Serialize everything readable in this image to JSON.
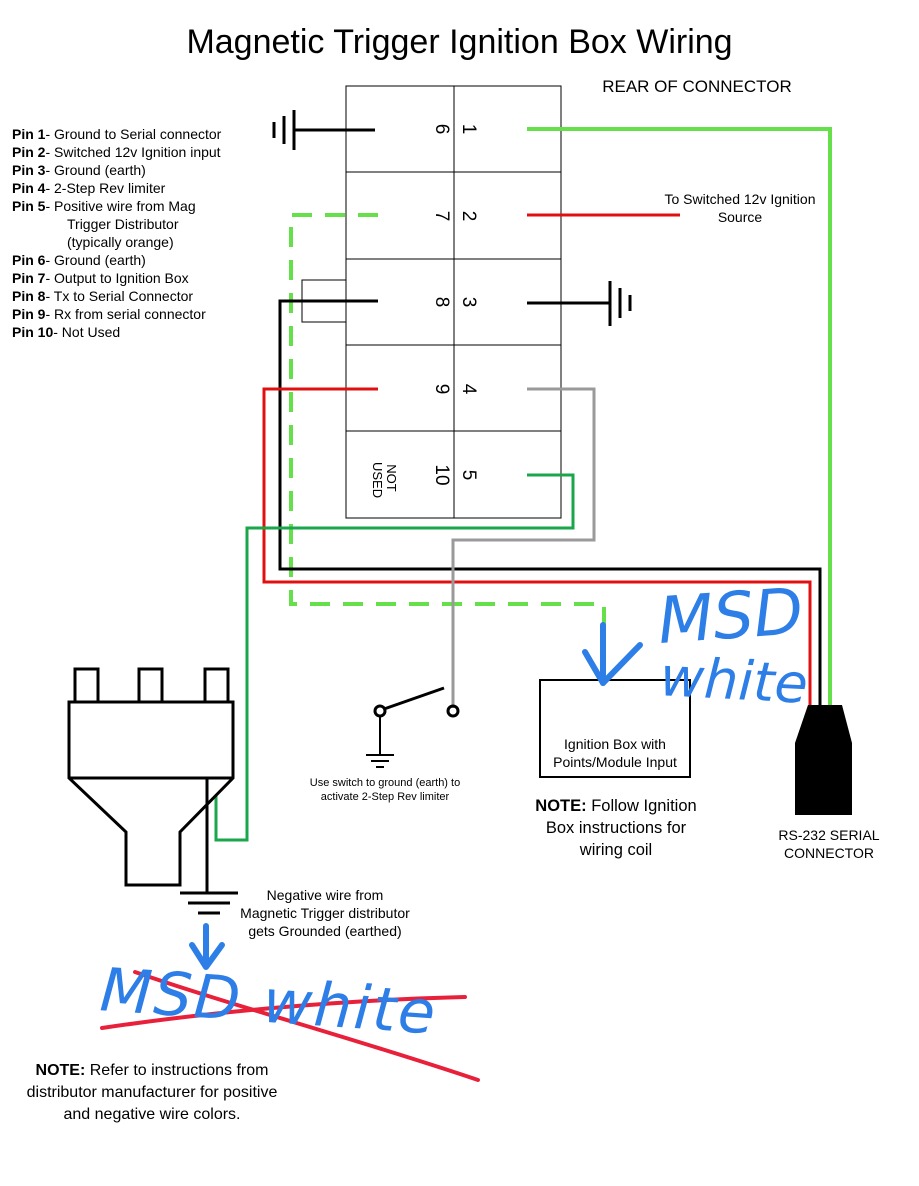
{
  "title": "Magnetic Trigger Ignition Box Wiring",
  "pin_list": [
    {
      "pin": "Pin 1",
      "desc": "- Ground to Serial connector"
    },
    {
      "pin": "Pin 2",
      "desc": "- Switched 12v Ignition input"
    },
    {
      "pin": "Pin 3",
      "desc": "- Ground (earth)"
    },
    {
      "pin": "Pin 4",
      "desc": "- 2-Step Rev limiter"
    },
    {
      "pin": "Pin 5",
      "desc": "- Positive wire from Mag",
      "cont": [
        "Trigger  Distributor",
        "(typically orange)"
      ]
    },
    {
      "pin": "Pin 6",
      "desc": "- Ground (earth)"
    },
    {
      "pin": "Pin 7",
      "desc": "- Output to Ignition Box"
    },
    {
      "pin": "Pin 8",
      "desc": "- Tx to Serial Connector"
    },
    {
      "pin": "Pin 9",
      "desc": "- Rx from serial connector"
    },
    {
      "pin": "Pin 10",
      "desc": "- Not Used"
    }
  ],
  "connector": {
    "right_column": [
      "1",
      "2",
      "3",
      "4",
      "5"
    ],
    "left_column": [
      "6",
      "7",
      "8",
      "9",
      "10"
    ],
    "not_used": "NOT USED"
  },
  "labels": {
    "rear_of_connector": "REAR OF CONNECTOR",
    "switched_source": "To Switched 12v Ignition Source",
    "switch_note": "Use switch to ground (earth) to activate 2-Step Rev limiter",
    "ignition_box": "Ignition Box with Points/Module Input",
    "note_coil_bold": "NOTE:",
    "note_coil_text": " Follow Ignition Box instructions for wiring coil",
    "serial_connector": "RS-232 SERIAL CONNECTOR",
    "negative_wire": "Negative wire from Magnetic Trigger distributor gets Grounded (earthed)",
    "note_dist_bold": "NOTE:",
    "note_dist_text": " Refer to instructions from distributor manufacturer for positive and negative wire colors."
  },
  "handwriting": {
    "top_line1": "MSD",
    "top_line2": "white",
    "bottom": "MSD white"
  },
  "colors": {
    "green_light": "#66e04a",
    "green_dark": "#1aa64a",
    "red": "#e01010",
    "gray": "#9a9a9a",
    "black": "#000000",
    "annotation_blue": "#2d7ee6",
    "annotation_red": "#e8203a"
  }
}
